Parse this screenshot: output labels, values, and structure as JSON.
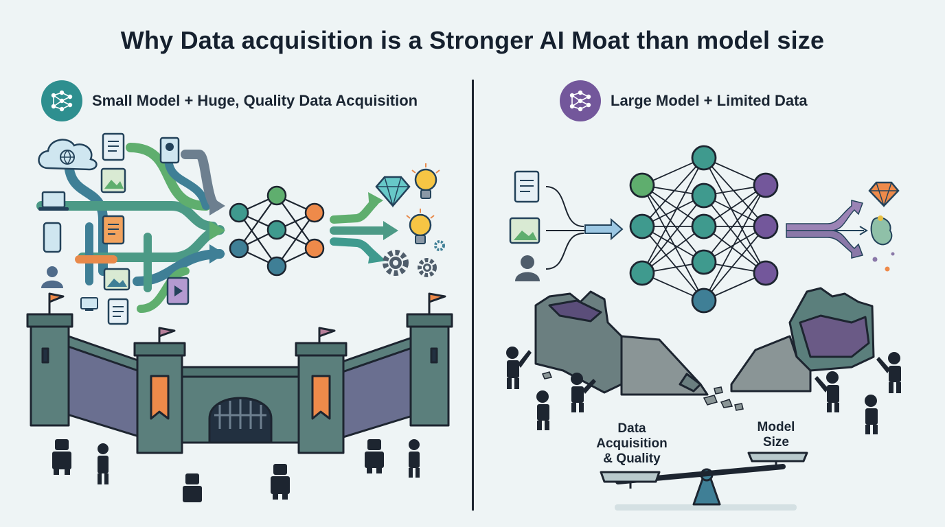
{
  "title": "Why Data acquisition is a Stronger AI Moat than model size",
  "left_panel": {
    "heading": "Small Model + Huge, Quality Data Acquisition",
    "icon": "neural-network-icon",
    "color": "#2e8f8f"
  },
  "right_panel": {
    "heading": "Large Model + Limited Data",
    "icon": "neural-network-icon",
    "color": "#73579b"
  },
  "balance": {
    "left_label": "Data Acquisition & Quality",
    "right_label": "Model Size"
  },
  "colors": {
    "teal": "#2e8f8f",
    "purple": "#73579b",
    "green": "#5fae6e",
    "orange": "#ee8a4a",
    "castle": "#5b7f7c",
    "castle_dark": "#3f5f5e",
    "ruin_purple": "#6a5a86",
    "ink": "#1d2530"
  }
}
